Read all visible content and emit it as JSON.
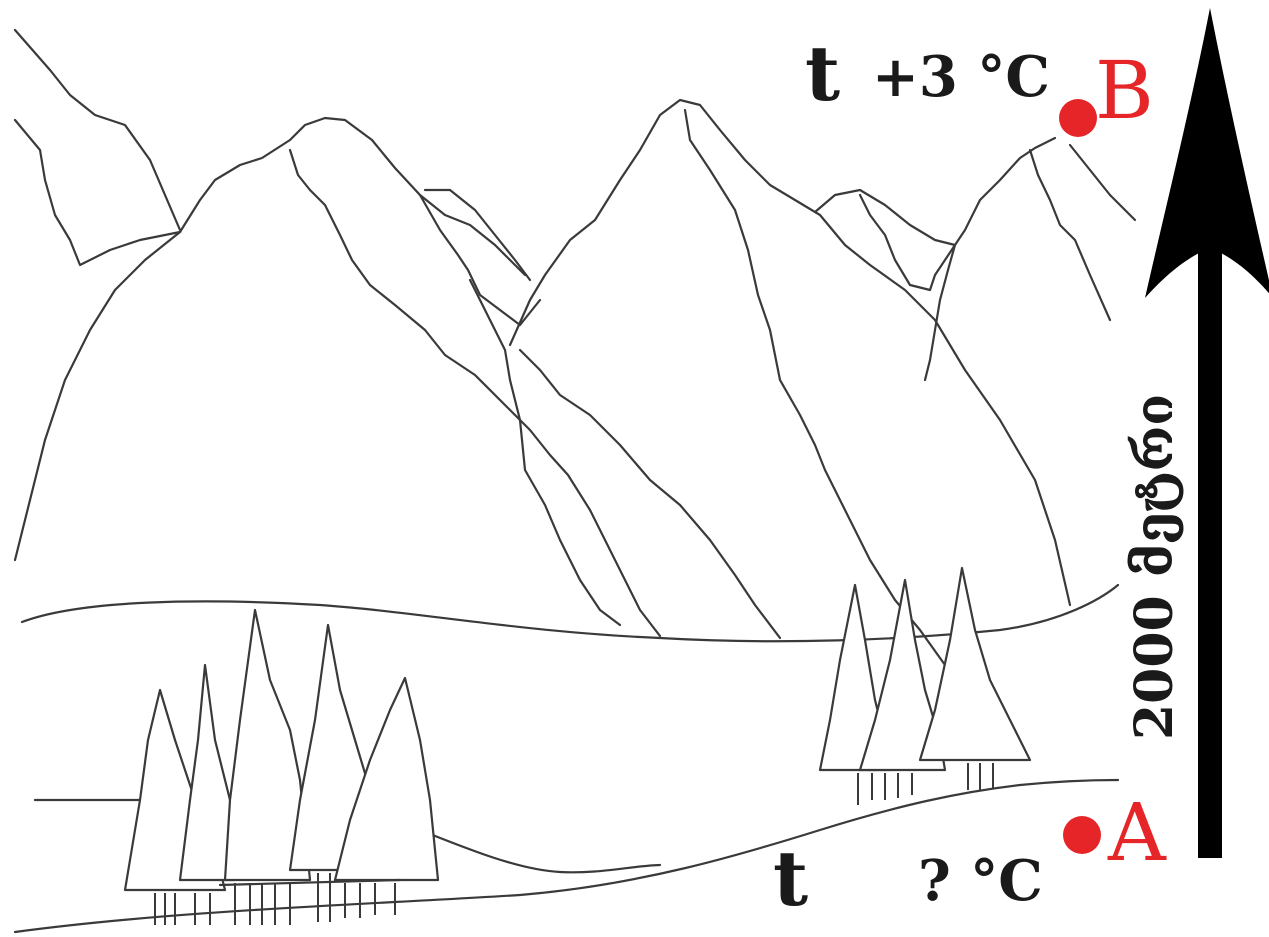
{
  "top_point": {
    "letter": "B",
    "var": "t",
    "temperature": "+3 °C"
  },
  "bottom_point": {
    "letter": "A",
    "var": "t",
    "temperature": "? °C"
  },
  "altitude_label": "2000 მეტრი",
  "colors": {
    "point": "#e52528",
    "line": "#3a3a3a",
    "arrow": "#000000"
  }
}
